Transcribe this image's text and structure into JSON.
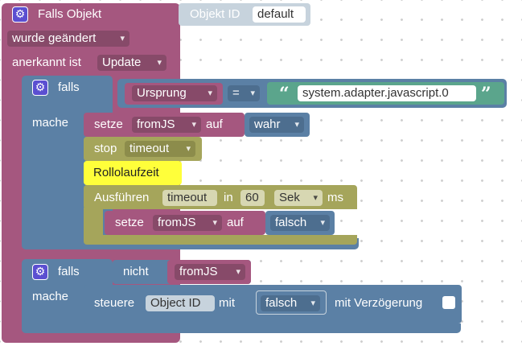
{
  "colors": {
    "event_block": "#a5577f",
    "logic_block": "#5b80a5",
    "timer_block": "#a5a55b",
    "text_block": "#5ba58c",
    "highlight": "#ffff3a",
    "dropdown_dark": "#874a69",
    "dropdown_blue_dark": "#4d6e8f",
    "dropdown_olive_dark": "#8c8c4b"
  },
  "event": {
    "title": "Falls Objekt",
    "object_id_label": "Objekt ID",
    "object_id_value": "default",
    "trigger": "wurde geändert",
    "ack_label": "anerkannt ist",
    "ack_value": "Update"
  },
  "if1": {
    "falls": "falls",
    "mache": "mache",
    "source_dropdown": "Ursprung",
    "op_dropdown": "=",
    "text_value": "system.adapter.javascript.0",
    "set1": {
      "setze": "setze",
      "var": "fromJS",
      "auf": "auf",
      "value": "wahr"
    },
    "stop": {
      "label": "stop",
      "var": "timeout"
    },
    "comment": "Rollolaufzeit",
    "timeout": {
      "label": "Ausführen",
      "var": "timeout",
      "in": "in",
      "delay": "60",
      "unit": "Sek",
      "ms": "ms"
    },
    "set2": {
      "setze": "setze",
      "var": "fromJS",
      "auf": "auf",
      "value": "falsch"
    }
  },
  "if2": {
    "falls": "falls",
    "mache": "mache",
    "not_label": "nicht",
    "var": "fromJS",
    "control": {
      "label": "steuere",
      "object": "Object ID",
      "mit": "mit",
      "value": "falsch",
      "delay_label": "mit Verzögerung"
    }
  },
  "icons": {
    "gear": "gear-icon",
    "quote_open": "“",
    "quote_close": "”",
    "gear_glyph": "⚙"
  }
}
